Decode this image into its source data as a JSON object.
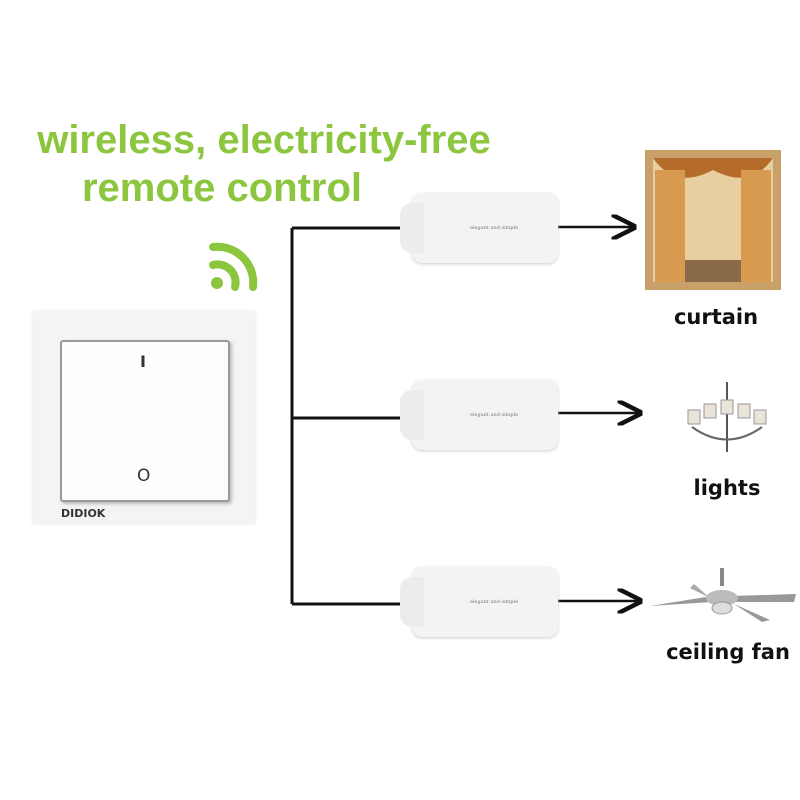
{
  "headline": {
    "line1": "wireless, electricity-free",
    "line2": "remote control"
  },
  "switch": {
    "on_symbol": "I",
    "off_symbol": "O",
    "brand": "DIDIOK"
  },
  "receiver": {
    "text": "elegant and simple"
  },
  "devices": [
    {
      "label": "curtain"
    },
    {
      "label": "lights"
    },
    {
      "label": "ceiling fan"
    }
  ],
  "colors": {
    "accent": "#8cc63e"
  }
}
